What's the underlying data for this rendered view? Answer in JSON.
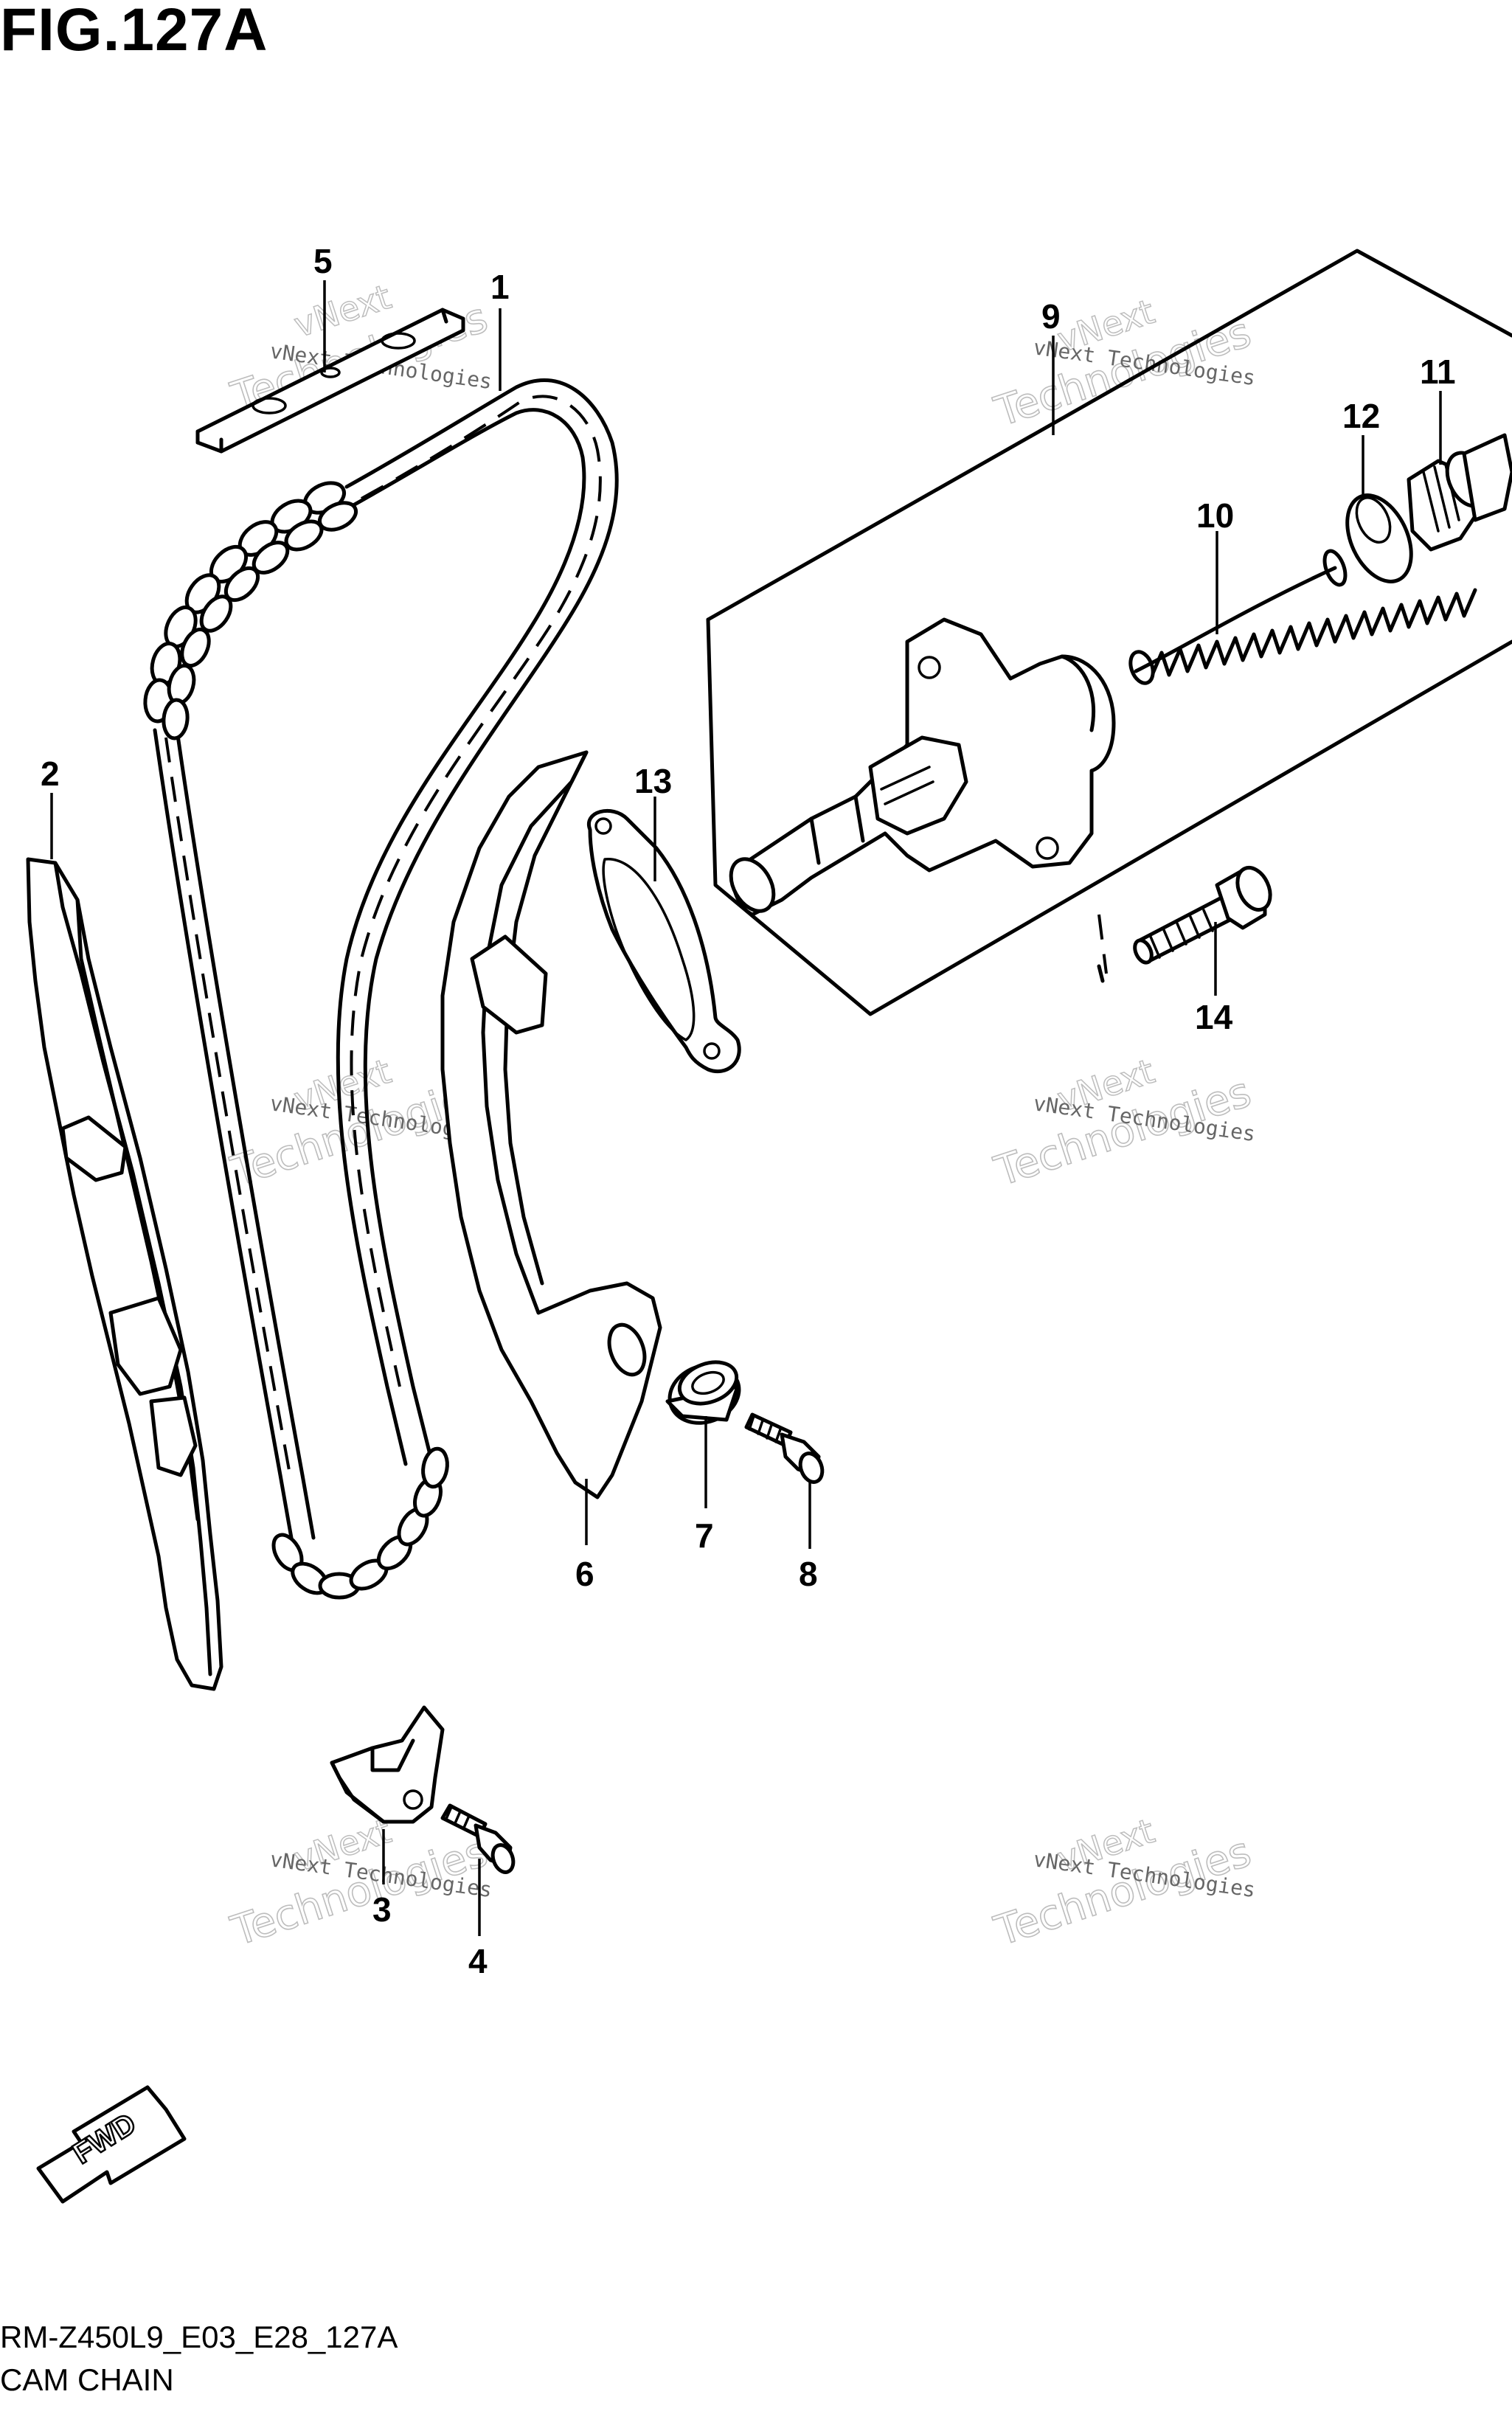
{
  "figure": {
    "title": "FIG.127A",
    "code": "RM-Z450L9_E03_E28_127A",
    "name": "CAM CHAIN"
  },
  "callouts": [
    "1",
    "2",
    "3",
    "4",
    "5",
    "6",
    "7",
    "8",
    "9",
    "10",
    "11",
    "12",
    "13",
    "14"
  ],
  "watermark": {
    "line1": "vNext Technologies",
    "line2": "vNext",
    "line3": "Technologies"
  },
  "direction_badge": "FWD"
}
